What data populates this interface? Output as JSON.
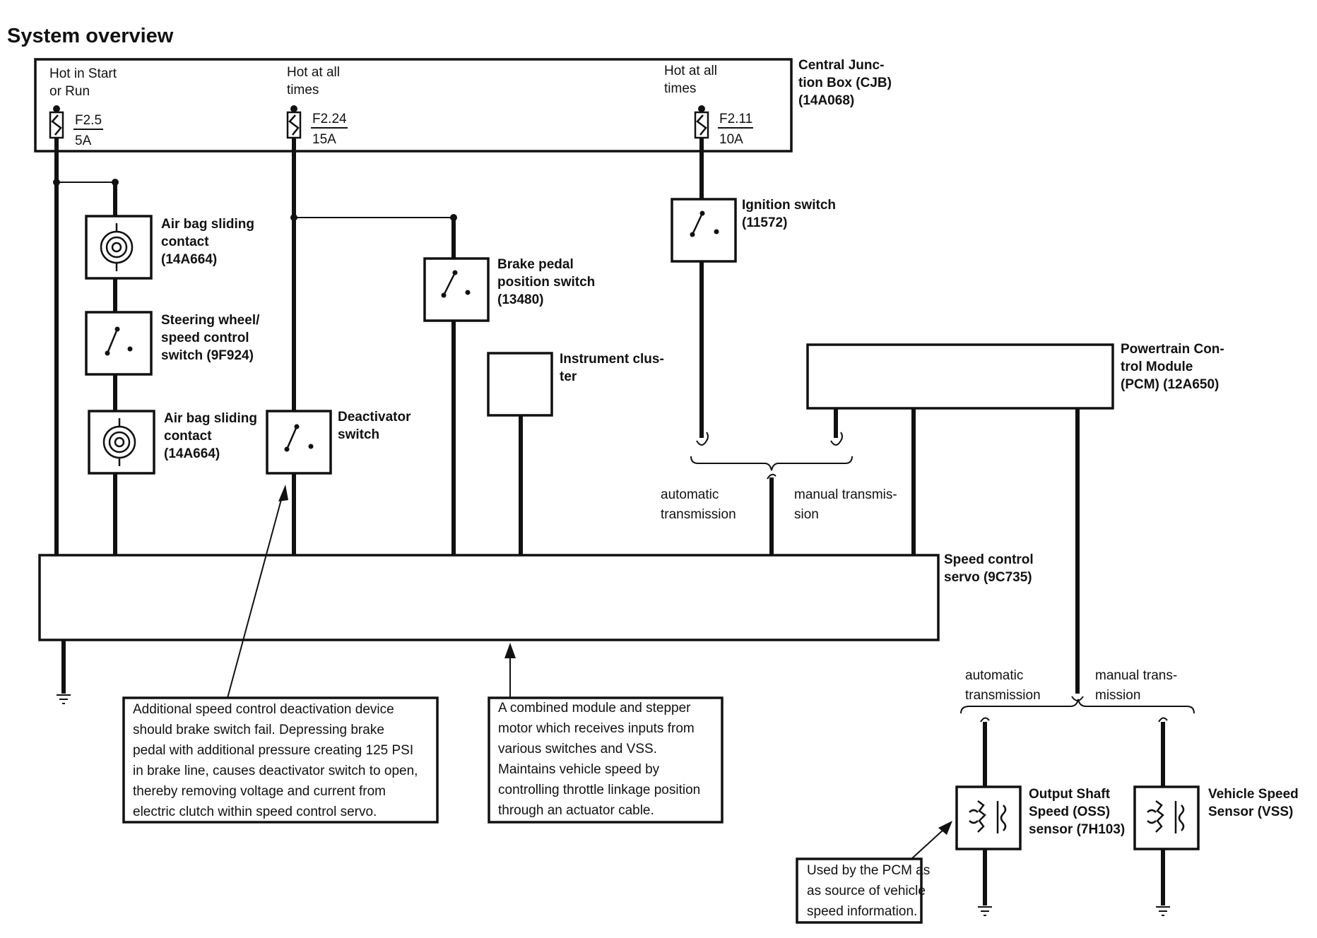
{
  "title": "System overview",
  "cjb": {
    "label": [
      "Central Junc-",
      "tion Box (CJB)",
      "(14A068)"
    ],
    "feeds": [
      {
        "label": [
          "Hot in Start",
          "or Run"
        ],
        "fuse": "F2.5",
        "rating": "5A"
      },
      {
        "label": [
          "Hot at all",
          "times"
        ],
        "fuse": "F2.24",
        "rating": "15A"
      },
      {
        "label": [
          "Hot at all",
          "times"
        ],
        "fuse": "F2.11",
        "rating": "10A"
      }
    ]
  },
  "components": {
    "airbag_contact_1": [
      "Air bag sliding",
      "contact",
      "(14A664)"
    ],
    "steering_switch": [
      "Steering wheel/",
      "speed control",
      "switch (9F924)"
    ],
    "airbag_contact_2": [
      "Air bag sliding",
      "contact",
      "(14A664)"
    ],
    "deactivator_switch": [
      "Deactivator",
      "switch"
    ],
    "brake_switch": [
      "Brake pedal",
      "position switch",
      "(13480)"
    ],
    "instrument_cluster": [
      "Instrument clus-",
      "ter"
    ],
    "ignition_switch": [
      "Ignition switch",
      "(11572)"
    ],
    "pcm": [
      "Powertrain Con-",
      "trol Module",
      "(PCM) (12A650)"
    ],
    "servo": [
      "Speed control",
      "servo (9C735)"
    ],
    "oss": [
      "Output Shaft",
      "Speed (OSS)",
      "sensor (7H103)"
    ],
    "vss": [
      "Vehicle Speed",
      "Sensor (VSS)"
    ]
  },
  "branches": {
    "upper_auto": [
      "automatic",
      "transmission"
    ],
    "upper_manual": [
      "manual transmis-",
      "sion"
    ],
    "lower_auto": [
      "automatic",
      "transmission"
    ],
    "lower_manual": [
      "manual trans-",
      "mission"
    ]
  },
  "notes": {
    "deactivator": [
      "Additional speed control deactivation device",
      "should brake switch fail.  Depressing brake",
      "pedal with additional pressure creating 125 PSI",
      "in brake line, causes deactivator switch to open,",
      "thereby removing voltage and current from",
      "electric clutch within speed control servo."
    ],
    "servo": [
      "A combined module and stepper",
      "motor which receives inputs from",
      "various switches and VSS.",
      "Maintains vehicle speed by",
      "controlling throttle linkage position",
      "through an actuator cable."
    ],
    "oss": [
      "Used by the PCM as",
      "as source of vehicle",
      "speed information."
    ]
  }
}
